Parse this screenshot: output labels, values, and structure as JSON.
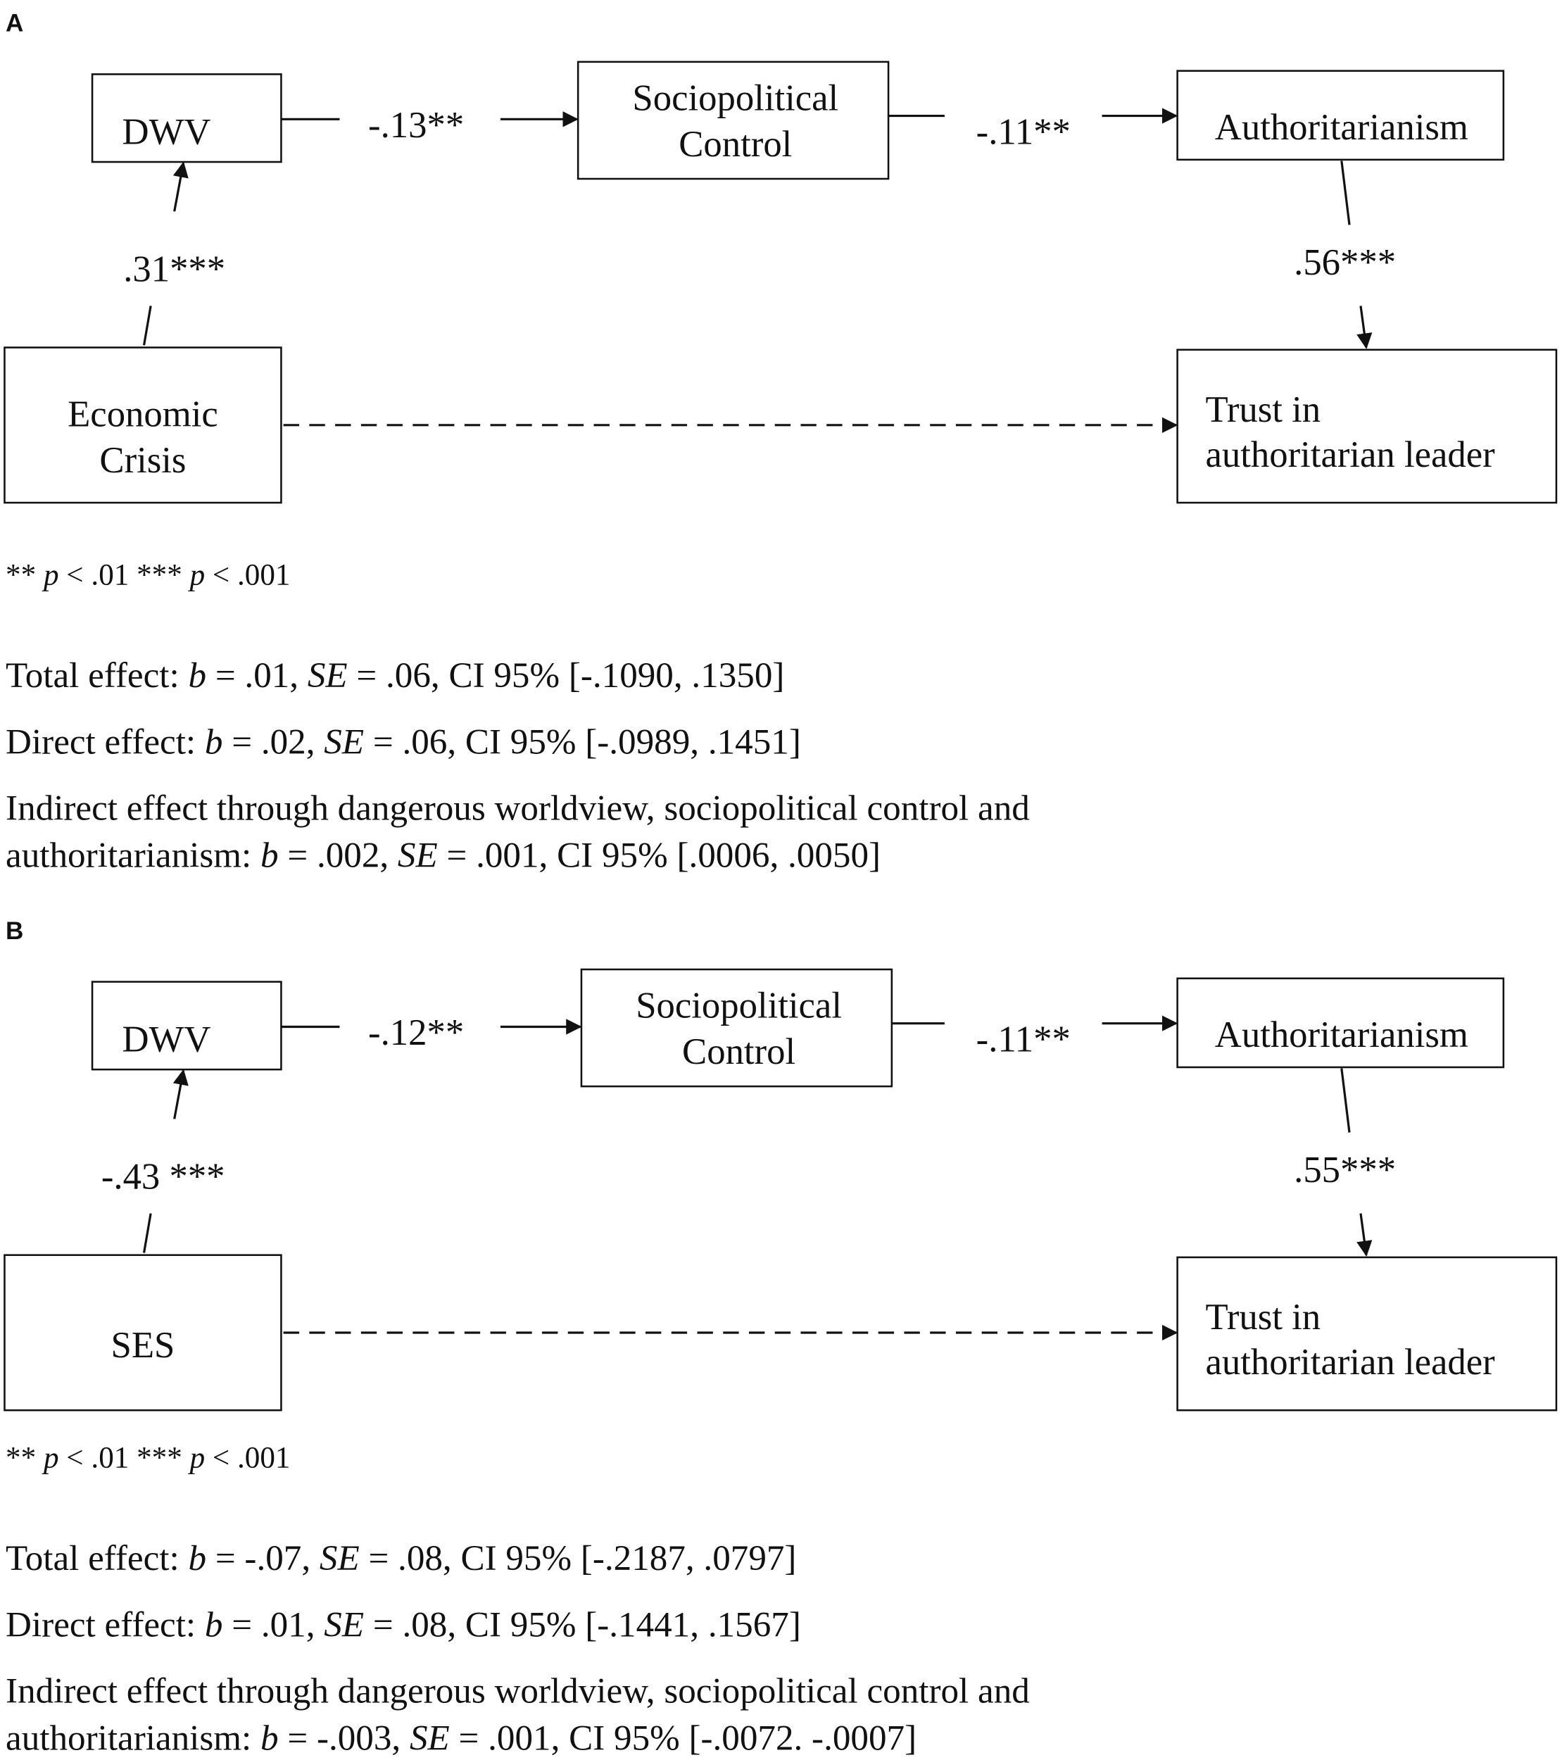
{
  "panels": [
    {
      "label": "A",
      "nodes": {
        "dwv": "DWV",
        "socio_line1": "Sociopolitical",
        "socio_line2": "Control",
        "auth": "Authoritarianism",
        "trust_line1": "Trust in",
        "trust_line2": "authoritarian leader",
        "predictor_line1": "Economic",
        "predictor_line2": "Crisis"
      },
      "coefficients": {
        "predictor_to_dwv": ".31***",
        "dwv_to_socio": "-.13**",
        "socio_to_auth": "-.11**",
        "auth_to_trust": ".56***"
      },
      "footnote": [
        {
          "t": "** "
        },
        {
          "t": "p",
          "i": true
        },
        {
          "t": " < .01 *** "
        },
        {
          "t": "p",
          "i": true
        },
        {
          "t": " < .001"
        }
      ],
      "effects": [
        [
          {
            "t": "Total effect: "
          },
          {
            "t": "b",
            "i": true
          },
          {
            "t": " = .01, "
          },
          {
            "t": "SE",
            "i": true
          },
          {
            "t": " = .06, CI 95% [-.1090, .1350]"
          }
        ],
        [
          {
            "t": "Direct effect: "
          },
          {
            "t": "b",
            "i": true
          },
          {
            "t": " = .02, "
          },
          {
            "t": "SE",
            "i": true
          },
          {
            "t": " = .06, CI 95% [-.0989, .1451]"
          }
        ],
        [
          {
            "t": "Indirect effect through dangerous worldview, sociopolitical control and"
          }
        ],
        [
          {
            "t": "authoritarianism:  "
          },
          {
            "t": "b",
            "i": true
          },
          {
            "t": " = .002, "
          },
          {
            "t": "SE",
            "i": true
          },
          {
            "t": " = .001, CI 95% [.0006, .0050]"
          }
        ]
      ]
    },
    {
      "label": "B",
      "nodes": {
        "dwv": "DWV",
        "socio_line1": "Sociopolitical",
        "socio_line2": "Control",
        "auth": "Authoritarianism",
        "trust_line1": "Trust in",
        "trust_line2": "authoritarian leader",
        "predictor_line1": "SES",
        "predictor_line2": ""
      },
      "coefficients": {
        "predictor_to_dwv": "-.43 ***",
        "dwv_to_socio": "-.12**",
        "socio_to_auth": "-.11**",
        "auth_to_trust": ".55***"
      },
      "footnote": [
        {
          "t": "** "
        },
        {
          "t": "p",
          "i": true
        },
        {
          "t": " < .01 *** "
        },
        {
          "t": "p",
          "i": true
        },
        {
          "t": " < .001"
        }
      ],
      "effects": [
        [
          {
            "t": "Total effect: "
          },
          {
            "t": "b",
            "i": true
          },
          {
            "t": " = -.07, "
          },
          {
            "t": "SE",
            "i": true
          },
          {
            "t": " = .08, CI 95% [-.2187, .0797]"
          }
        ],
        [
          {
            "t": "Direct effect: "
          },
          {
            "t": "b",
            "i": true
          },
          {
            "t": " = .01, "
          },
          {
            "t": "SE",
            "i": true
          },
          {
            "t": " = .08, CI 95% [-.1441, .1567]"
          }
        ],
        [
          {
            "t": "Indirect effect through dangerous worldview, sociopolitical control and"
          }
        ],
        [
          {
            "t": "authoritarianism: "
          },
          {
            "t": "b",
            "i": true
          },
          {
            "t": " = -.003, "
          },
          {
            "t": "SE",
            "i": true
          },
          {
            "t": " = .001, CI 95% [-.0072. -.0007]"
          }
        ]
      ]
    }
  ]
}
